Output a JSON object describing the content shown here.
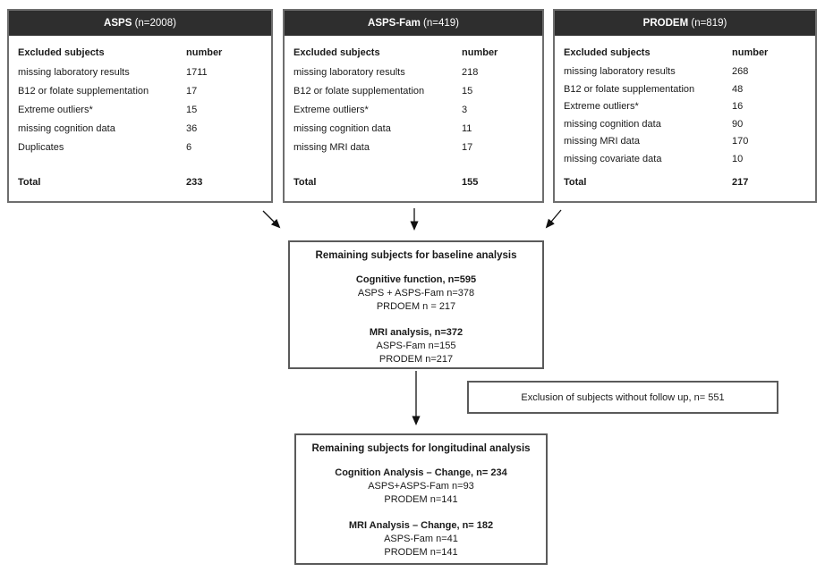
{
  "colors": {
    "header_bg": "#2e2e2e",
    "header_text": "#ffffff",
    "panel_border": "#6e6e6e",
    "flowbox_border": "#5a5a5a",
    "text": "#1a1a1a",
    "arrow": "#111111"
  },
  "panels": [
    {
      "name": "ASPS",
      "count": "(n=2008)",
      "col_label": "Excluded subjects",
      "col_value": "number",
      "rows": [
        {
          "label": "missing laboratory results",
          "value": "1711"
        },
        {
          "label": "B12 or folate supplementation",
          "value": "17"
        },
        {
          "label": "Extreme outliers*",
          "value": "15"
        },
        {
          "label": "missing cognition data",
          "value": "36"
        },
        {
          "label": "Duplicates",
          "value": "6"
        }
      ],
      "total_label": "Total",
      "total_value": "233"
    },
    {
      "name": "ASPS-Fam",
      "count": "(n=419)",
      "col_label": "Excluded subjects",
      "col_value": "number",
      "rows": [
        {
          "label": "missing laboratory results",
          "value": "218"
        },
        {
          "label": "B12 or folate supplementation",
          "value": "15"
        },
        {
          "label": "Extreme outliers*",
          "value": "3"
        },
        {
          "label": "missing cognition data",
          "value": "11"
        },
        {
          "label": "missing MRI data",
          "value": "17"
        }
      ],
      "total_label": "Total",
      "total_value": "155"
    },
    {
      "name": "PRODEM",
      "count": "(n=819)",
      "col_label": "Excluded subjects",
      "col_value": "number",
      "rows": [
        {
          "label": "missing laboratory results",
          "value": "268"
        },
        {
          "label": "B12 or folate supplementation",
          "value": "48"
        },
        {
          "label": "Extreme outliers*",
          "value": "16"
        },
        {
          "label": "missing cognition data",
          "value": "90"
        },
        {
          "label": "missing MRI data",
          "value": "170"
        },
        {
          "label": "missing covariate data",
          "value": "10"
        }
      ],
      "total_label": "Total",
      "total_value": "217"
    }
  ],
  "baseline_box": {
    "title": "Remaining subjects for baseline analysis",
    "groups": [
      {
        "heading": "Cognitive function, n=595",
        "lines": [
          "ASPS + ASPS-Fam n=378",
          "PRDOEM n = 217"
        ]
      },
      {
        "heading": "MRI analysis, n=372",
        "lines": [
          "ASPS-Fam n=155",
          "PRODEM n=217"
        ]
      }
    ]
  },
  "exclusion_box": {
    "text": "Exclusion of subjects without follow up, n= 551"
  },
  "longitudinal_box": {
    "title": "Remaining subjects for longitudinal analysis",
    "groups": [
      {
        "heading": "Cognition Analysis – Change, n= 234",
        "lines": [
          "ASPS+ASPS-Fam n=93",
          "PRODEM n=141"
        ]
      },
      {
        "heading": "MRI Analysis – Change, n= 182",
        "lines": [
          "ASPS-Fam n=41",
          "PRODEM n=141"
        ]
      }
    ]
  }
}
